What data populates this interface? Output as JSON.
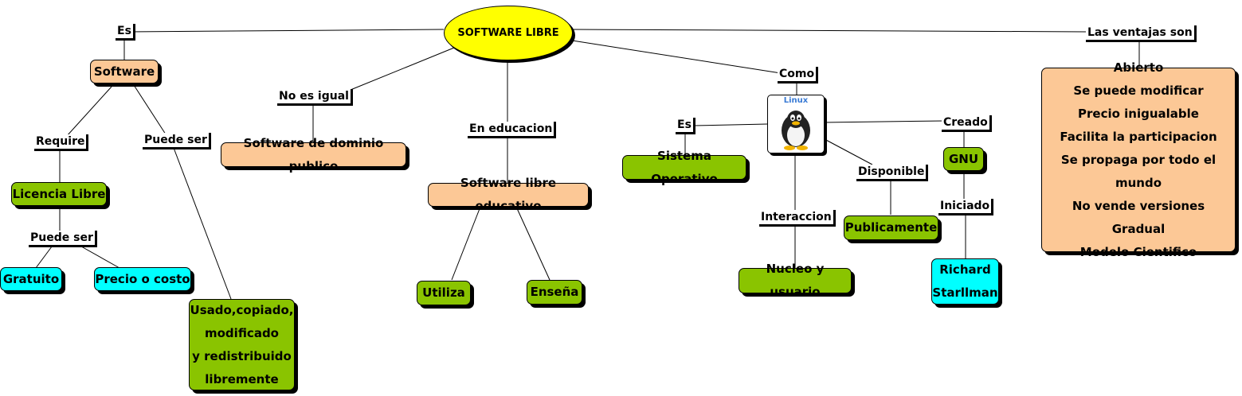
{
  "center": "SOFTWARE LIBRE",
  "labels": {
    "es": "Es",
    "no_es_igual": "No es igual",
    "en_educacion": "En educacion",
    "como": "Como",
    "ventajas": "Las ventajas son",
    "require": "Require",
    "puede_ser_1": "Puede ser",
    "puede_ser_2": "Puede ser",
    "es_2": "Es",
    "creado": "Creado",
    "disponible": "Disponible",
    "interaccion": "Interaccion",
    "iniciado": "Iniciado"
  },
  "nodes": {
    "software": "Software",
    "licencia": "Licencia Libre",
    "gratuito": "Gratuito",
    "precio": "Precio o costo",
    "usado": [
      "Usado,copiado,",
      "modificado",
      "y redistribuido",
      "libremente"
    ],
    "dominio": "Software de dominio publico",
    "educativo": "Software libre educativo",
    "utiliza": "Utiliza",
    "ensena": "Enseña",
    "sistema": "Sistema Operativo",
    "nucleo": "Nucleo y usuario",
    "publicamente": "Publicamente",
    "gnu": "GNU",
    "richard": [
      "Richard",
      "Starllman"
    ],
    "ventajas": [
      "Abierto",
      "Se puede modificar",
      "Precio inigualable",
      "Facilita la participacion",
      "Se propaga por todo el mundo",
      "No vende versiones",
      "Gradual",
      "Modelo Cientifico"
    ]
  },
  "linux": {
    "text": "Linux",
    "icon": "tux-penguin-icon"
  },
  "colors": {
    "orange": "#fcc896",
    "green": "#8ac400",
    "cyan": "#00ffff",
    "yellow": "#ffff00"
  }
}
